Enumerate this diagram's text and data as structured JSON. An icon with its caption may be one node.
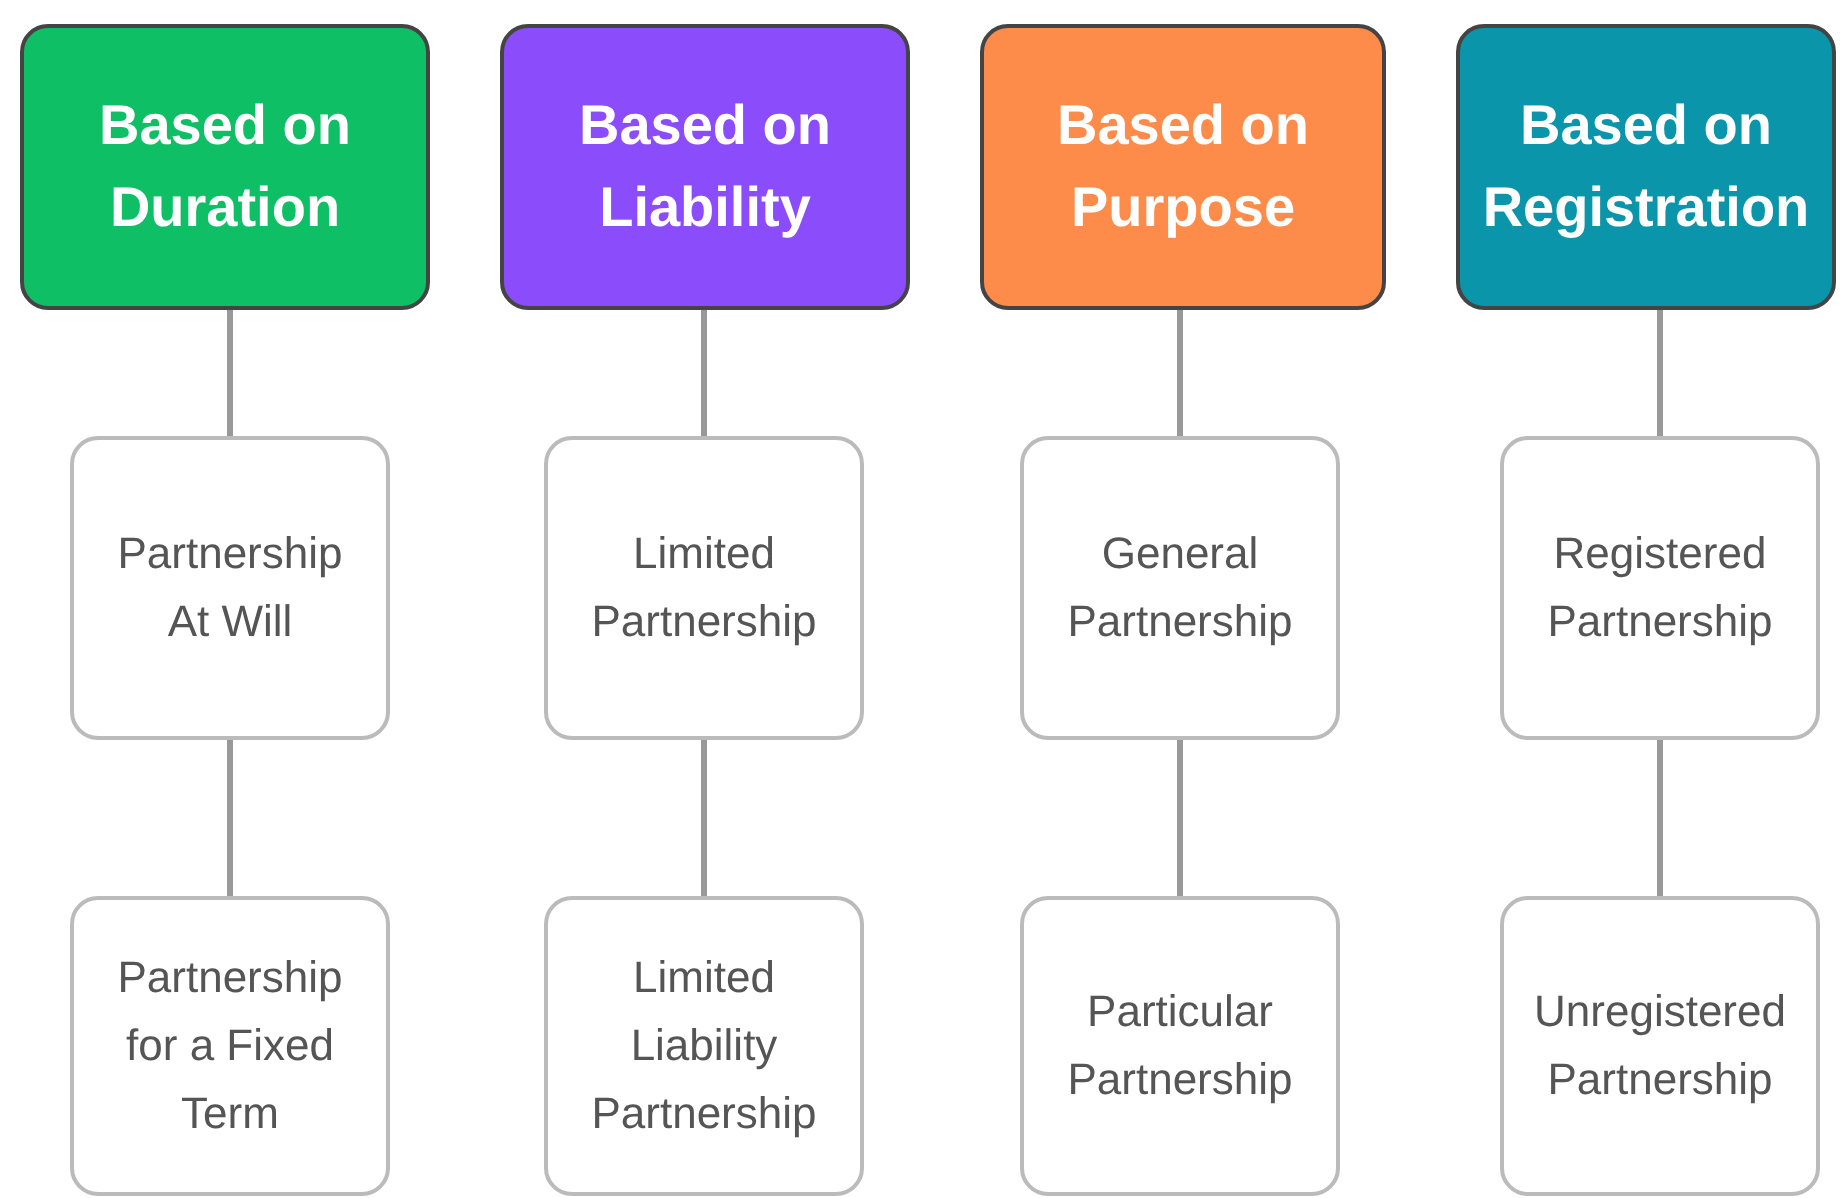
{
  "diagram": {
    "nodes": [
      {
        "text": [
          "Based on Duration"
        ]
      },
      {
        "text": [
          "Based on Liability"
        ]
      },
      {
        "text": [
          "Based on Purpose"
        ]
      },
      {
        "text": [
          "Based on Registration"
        ]
      },
      {
        "text": [
          "Partnership At Will"
        ]
      },
      {
        "text": [
          "Limited Partnership"
        ]
      },
      {
        "text": [
          "General Partnership"
        ]
      },
      {
        "text": [
          "Registered Partnership"
        ]
      },
      {
        "text": [
          "Partnership for a Fixed Term"
        ]
      },
      {
        "text": [
          "Limited Liability Partnership"
        ]
      },
      {
        "text": [
          "Particular Partnership"
        ]
      },
      {
        "text": [
          "Unregistered Partnership"
        ]
      }
    ],
    "edges": [
      {
        "from": 0,
        "to": 4,
        "arrow": "none"
      },
      {
        "from": 4,
        "to": 8,
        "arrow": "none"
      },
      {
        "from": 1,
        "to": 5,
        "arrow": "none"
      },
      {
        "from": 5,
        "to": 9,
        "arrow": "none"
      },
      {
        "from": 2,
        "to": 6,
        "arrow": "none"
      },
      {
        "from": 6,
        "to": 10,
        "arrow": "none"
      },
      {
        "from": 3,
        "to": 7,
        "arrow": "none"
      },
      {
        "from": 7,
        "to": 11,
        "arrow": "none"
      }
    ]
  }
}
